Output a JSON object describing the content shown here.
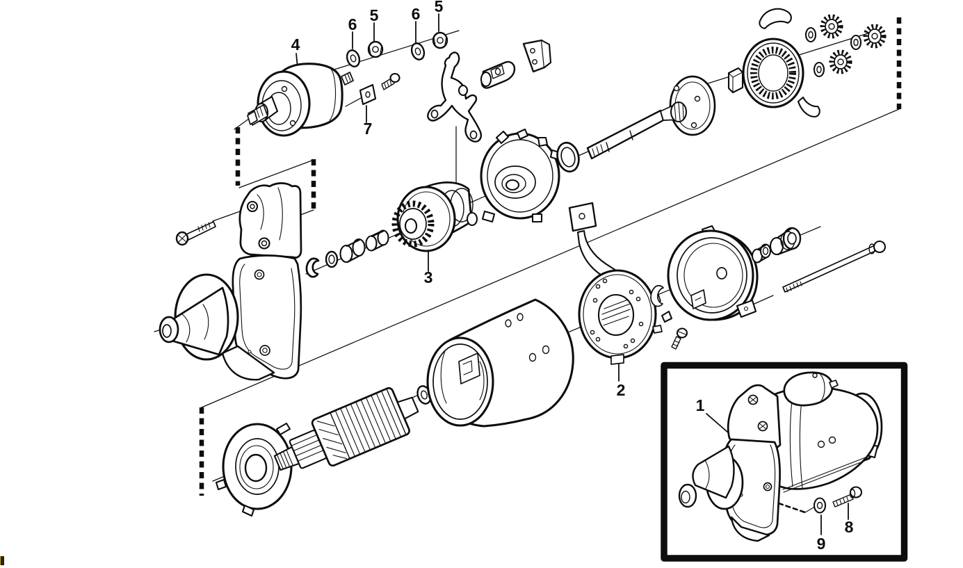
{
  "figure": {
    "type": "exploded-parts-diagram",
    "subject": "starter motor exploded view with assembled unit highlighted",
    "background_color": "#ffffff",
    "line_color": "#0d0d0d",
    "highlight": {
      "color": "#da2128",
      "shape": "rectangle",
      "content": "assembled starter motor with mounting bolt and washer"
    },
    "callouts": [
      {
        "label": "1"
      },
      {
        "label": "2"
      },
      {
        "label": "3"
      },
      {
        "label": "4"
      },
      {
        "label": "5"
      },
      {
        "label": "5"
      },
      {
        "label": "6"
      },
      {
        "label": "6"
      },
      {
        "label": "7"
      },
      {
        "label": "8"
      },
      {
        "label": "9"
      }
    ],
    "artifact": {
      "color": "#24241c",
      "accent": "#c9a227"
    }
  }
}
